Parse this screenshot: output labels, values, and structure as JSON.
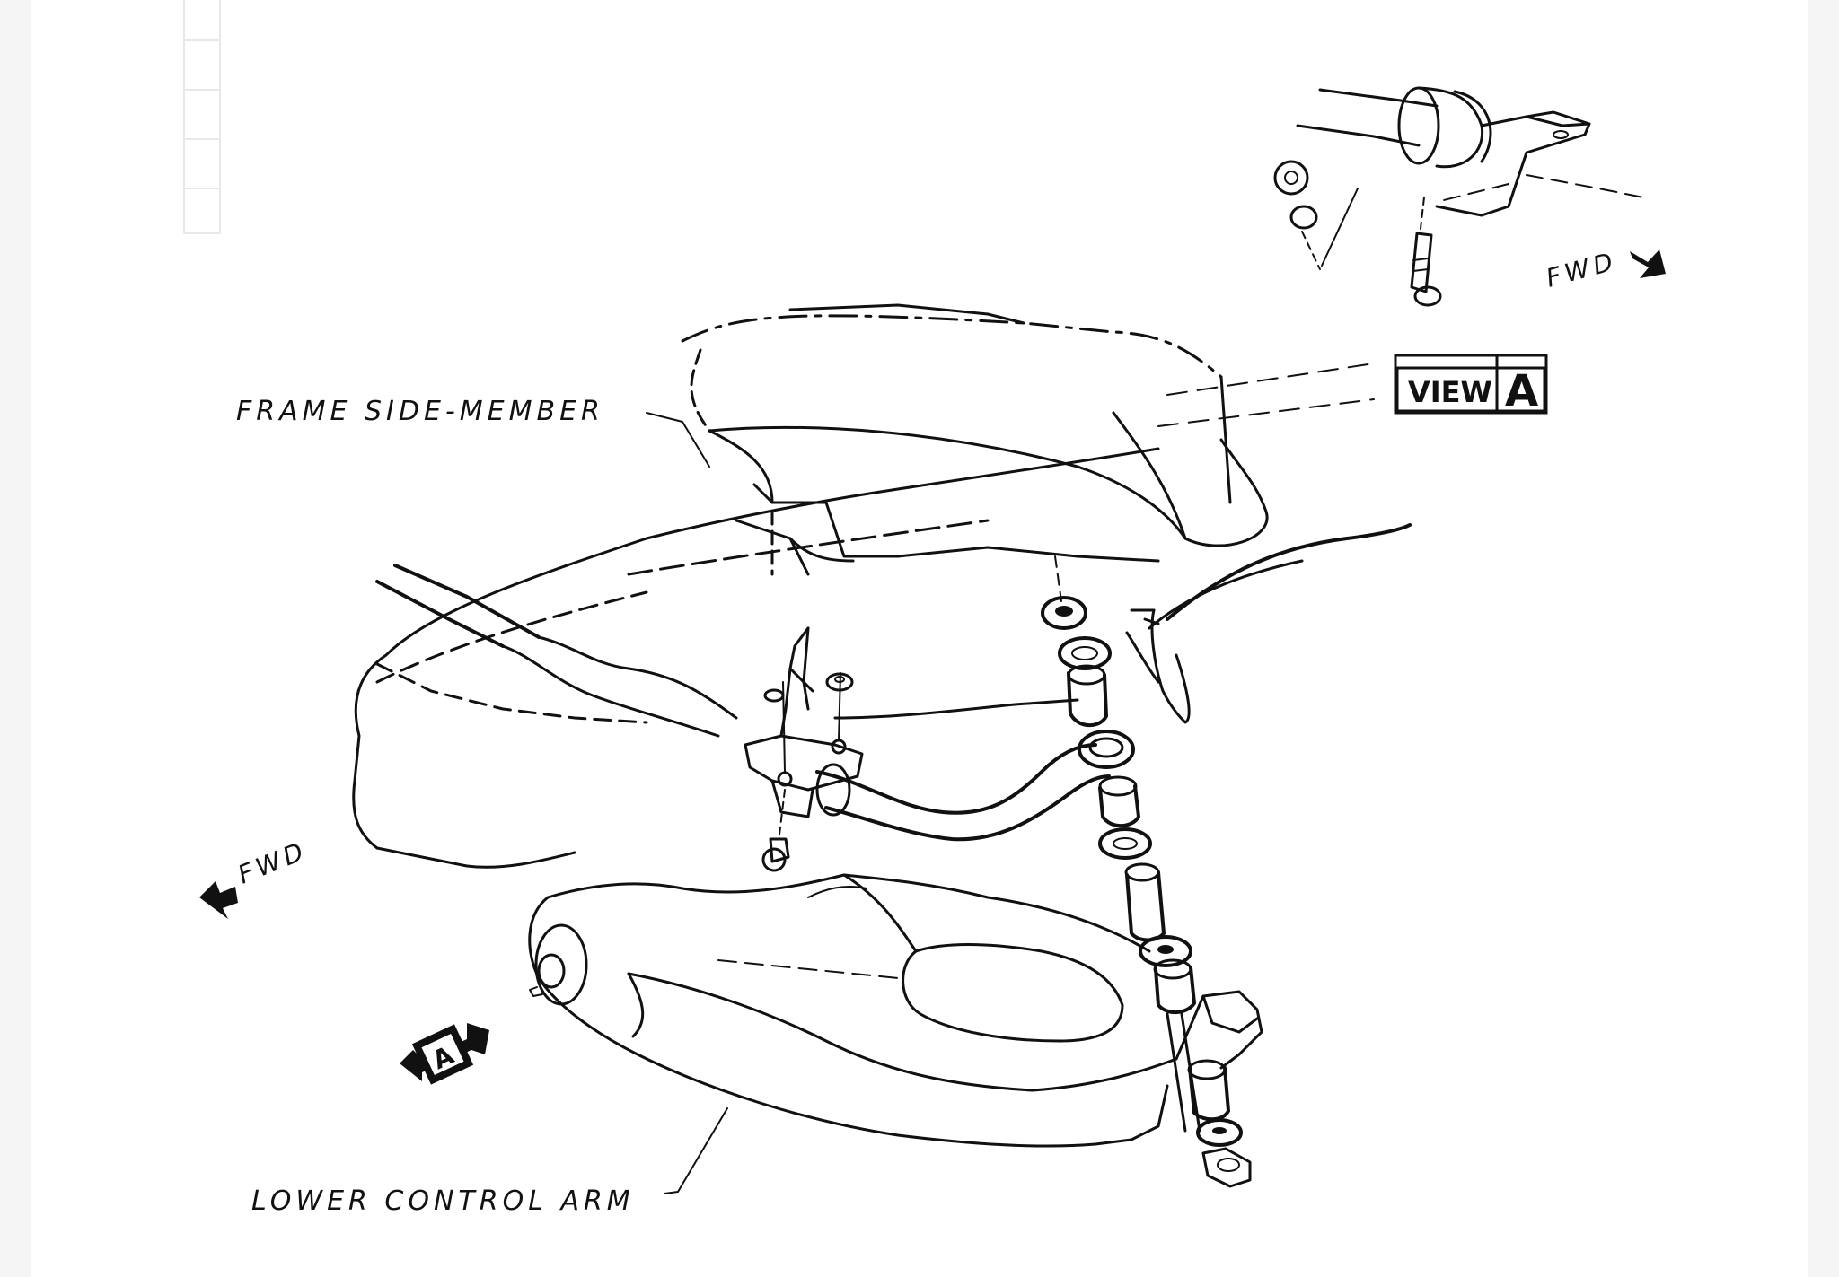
{
  "labels": {
    "frame_side_member": "FRAME SIDE-MEMBER",
    "lower_control_arm": "LOWER CONTROL ARM",
    "view_word": "VIEW",
    "view_letter": "A",
    "fwd_top": "FWD",
    "fwd_left": "FWD",
    "view_marker_letter": "A"
  },
  "icons": {
    "fwd_arrow": "arrow-icon",
    "view_marker": "view-a-marker-icon"
  },
  "colors": {
    "ink": "#111111",
    "paper": "#ffffff"
  }
}
